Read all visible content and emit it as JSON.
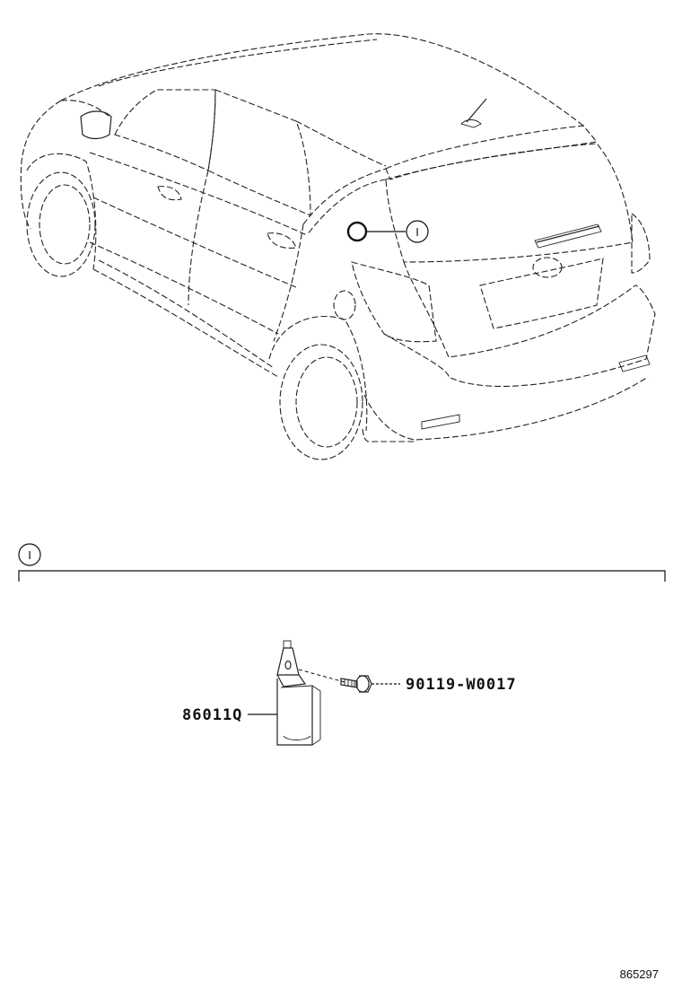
{
  "diagram": {
    "callout_marker": "I",
    "section_marker": "I",
    "parts": {
      "sensor": "86011Q",
      "bolt": "90119-W0017"
    },
    "diagram_id": "865297"
  }
}
